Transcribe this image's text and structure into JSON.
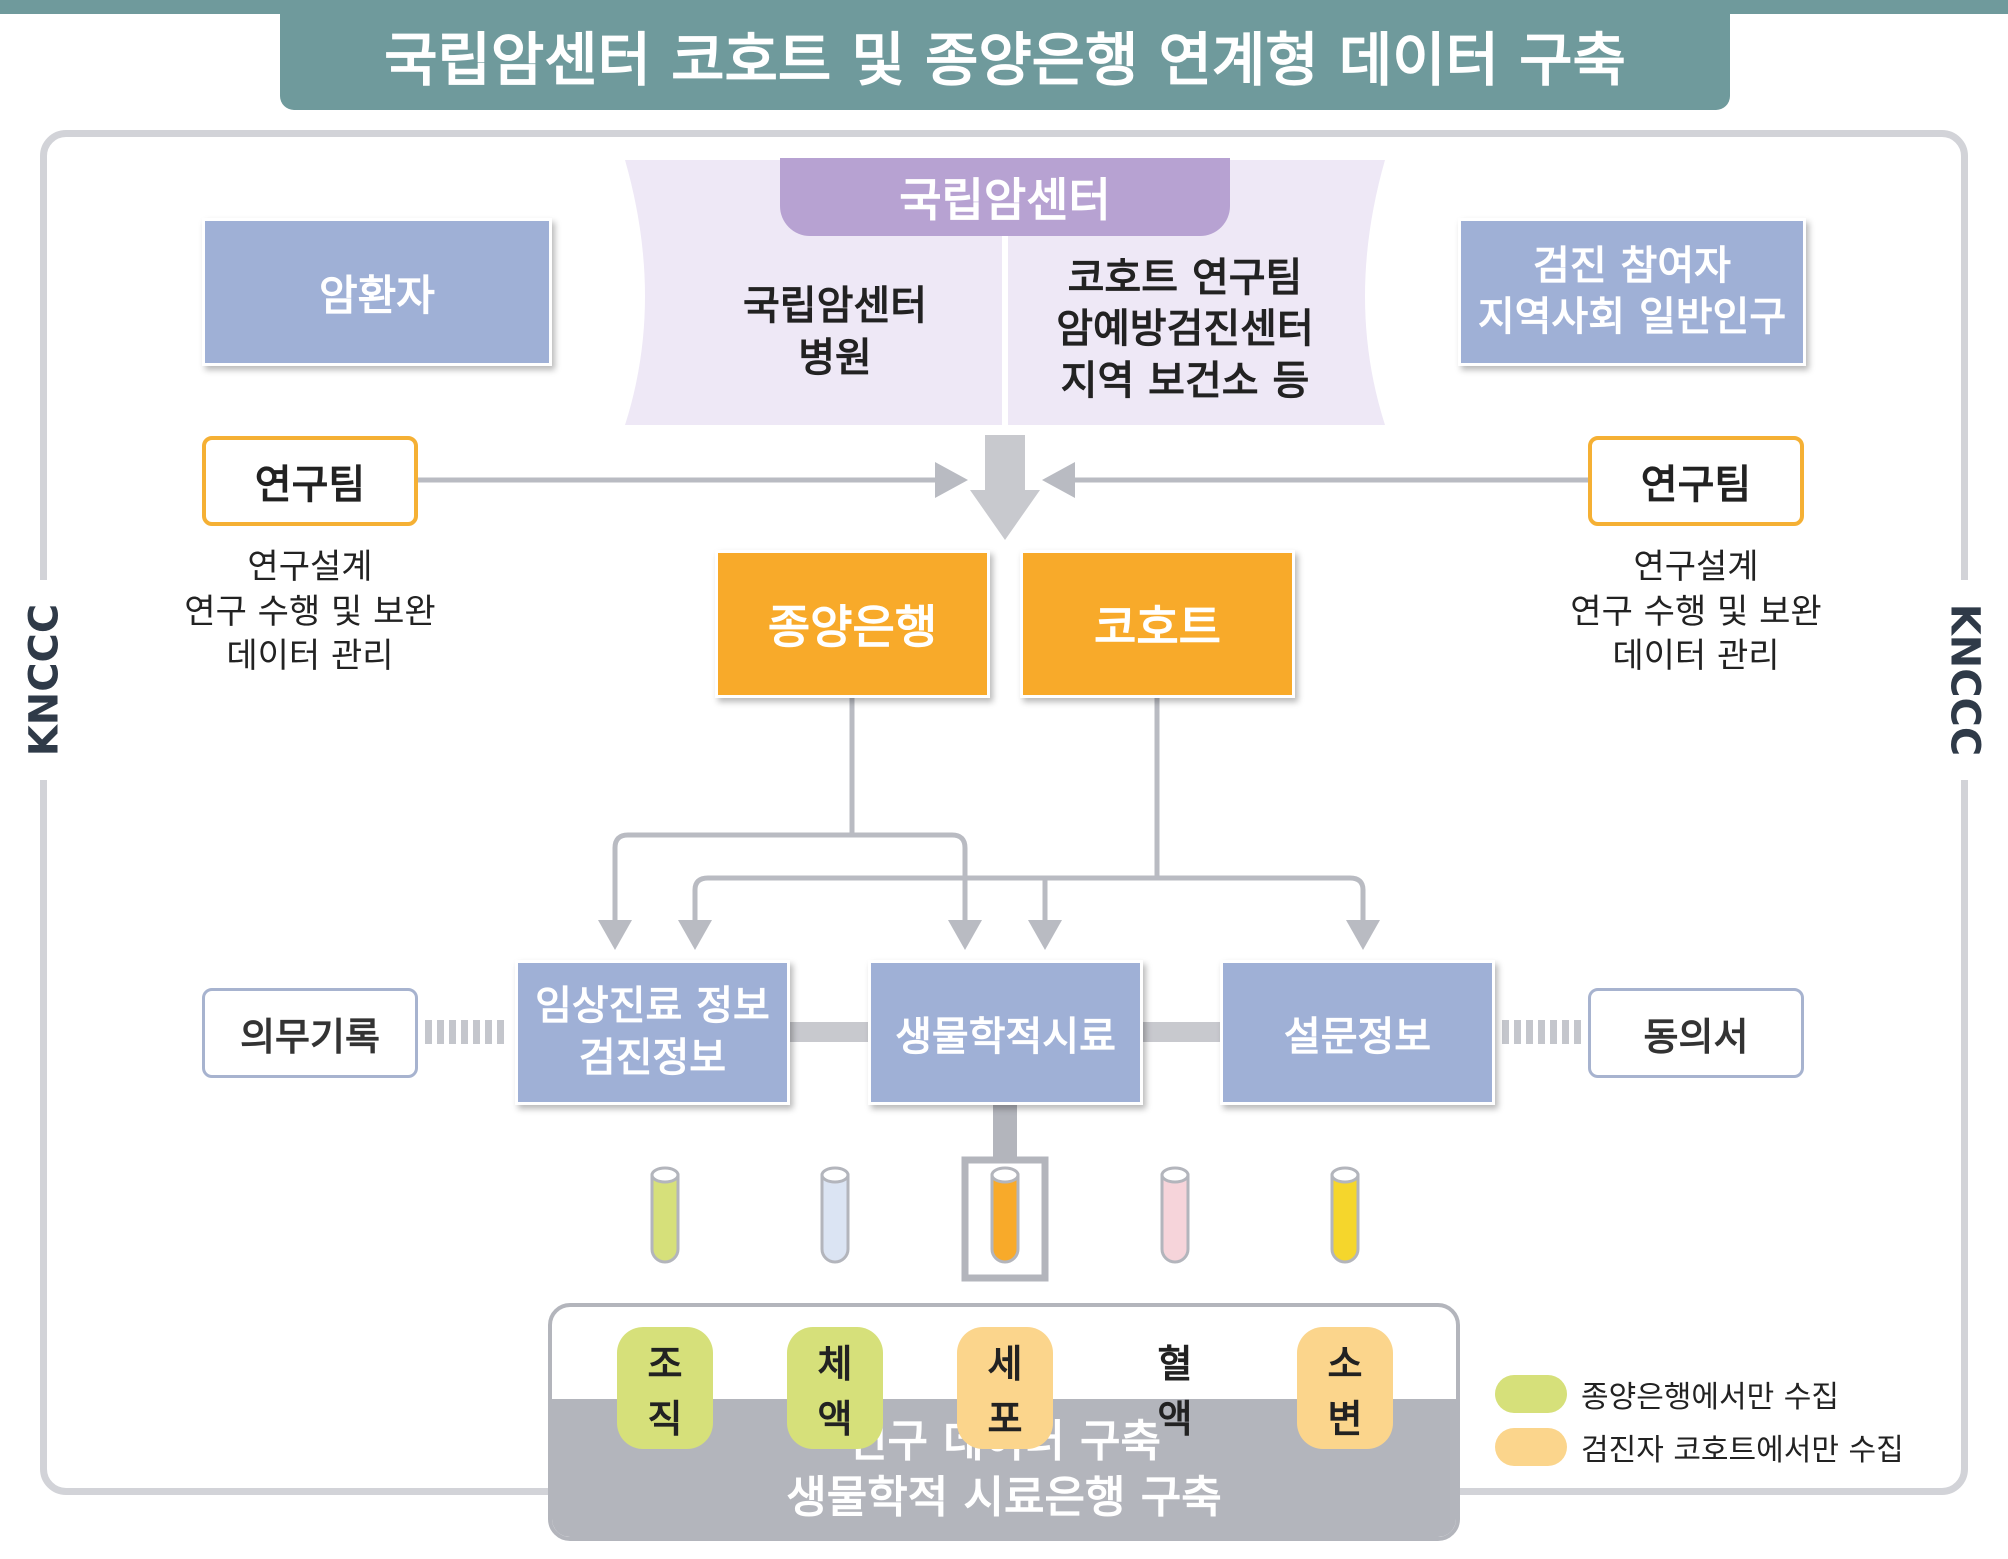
{
  "title": "국립암센터 코호트 및 종양은행 연계형 데이터 구축",
  "side_label": "KNCCC",
  "center": {
    "header": "국립암센터",
    "left_text": "국립암센터\n병원",
    "right_text": "코호트 연구팀\n암예방검진센터\n지역 보건소 등"
  },
  "left_group": "암환자",
  "right_group": "검진 참여자\n지역사회 일반인구",
  "team": {
    "label": "연구팀",
    "desc": "연구설계\n연구 수행 및 보완\n데이터 관리"
  },
  "banks": {
    "tumor": "종양은행",
    "cohort": "코호트"
  },
  "info": {
    "clinical": "임상진료 정보\n검진정보",
    "bio": "생물학적시료",
    "survey": "설문정보",
    "medical_record": "의무기록",
    "consent": "동의서"
  },
  "samples": [
    {
      "label": "조직",
      "tube": "#d6e07a",
      "tag": "#d6e07a"
    },
    {
      "label": "체액",
      "tube": "#dbe4f3",
      "tag": "#d6e07a"
    },
    {
      "label": "세포",
      "tube": "#f8aa2a",
      "tag": "#fbd58c"
    },
    {
      "label": "혈액",
      "tube": "#f6d4da",
      "tag": ""
    },
    {
      "label": "소변",
      "tube": "#f5d62c",
      "tag": "#fbd58c"
    }
  ],
  "bottom": "연구 데이터 구축\n생물학적 시료은행 구축",
  "legend": [
    {
      "label": "종양은행에서만 수집",
      "color": "#d6e07a"
    },
    {
      "label": "검진자 코호트에서만 수집",
      "color": "#fbd58c"
    }
  ],
  "colors": {
    "teal": "#6f9a9c",
    "blue": "#9fb0d6",
    "orange": "#f8aa2a",
    "purple": "#b7a2d2",
    "lavender": "#eee8f6",
    "gray": "#b3b5bc"
  }
}
